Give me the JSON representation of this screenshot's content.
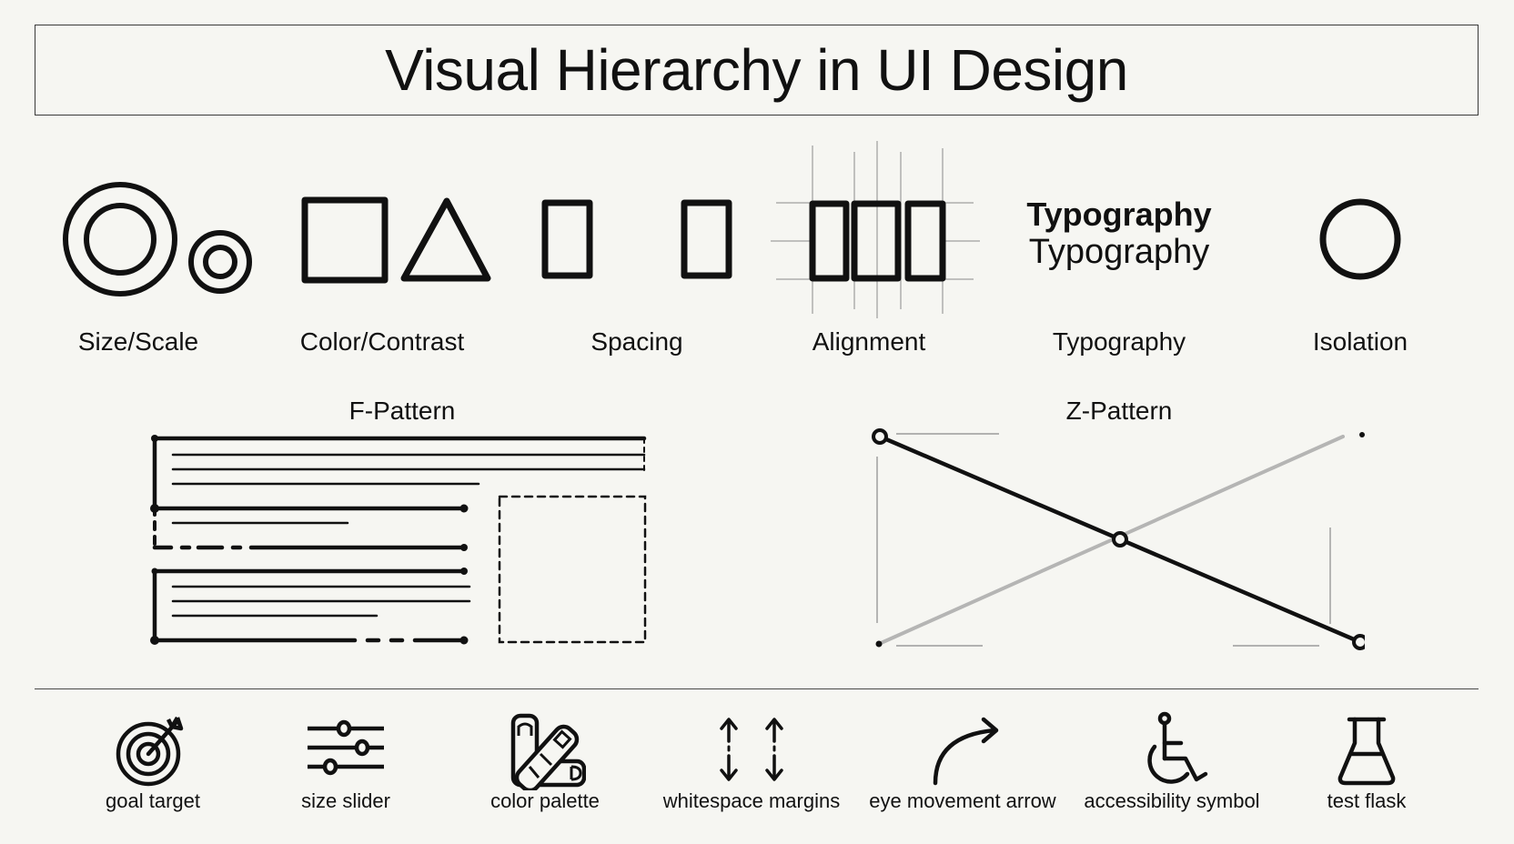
{
  "header": {
    "title": "Visual Hierarchy in UI Design"
  },
  "principles": [
    {
      "label": "Size/Scale",
      "icon": "concentric-circles-icon"
    },
    {
      "label": "Color/Contrast",
      "icon": "square-triangle-icon"
    },
    {
      "label": "Spacing",
      "icon": "spaced-rectangles-icon"
    },
    {
      "label": "Alignment",
      "icon": "aligned-grid-rectangles-icon"
    },
    {
      "label": "Typography",
      "icon": "typography-sample",
      "demo_bold": "Typography",
      "demo_regular": "Typography"
    },
    {
      "label": "Isolation",
      "icon": "isolated-circle-icon"
    }
  ],
  "patterns": {
    "f_pattern": {
      "title": "F-Pattern"
    },
    "z_pattern": {
      "title": "Z-Pattern"
    }
  },
  "tools": [
    {
      "label": "goal target",
      "icon": "target-icon"
    },
    {
      "label": "size slider",
      "icon": "slider-icon"
    },
    {
      "label": "color palette",
      "icon": "palette-icon"
    },
    {
      "label": "whitespace margins",
      "icon": "vertical-arrows-icon"
    },
    {
      "label": "eye movement arrow",
      "icon": "curved-arrow-icon"
    },
    {
      "label": "accessibility symbol",
      "icon": "wheelchair-icon"
    },
    {
      "label": "test flask",
      "icon": "flask-icon"
    }
  ],
  "colors": {
    "background": "#f6f6f2",
    "ink": "#111111",
    "guide": "#9a9a9a"
  }
}
